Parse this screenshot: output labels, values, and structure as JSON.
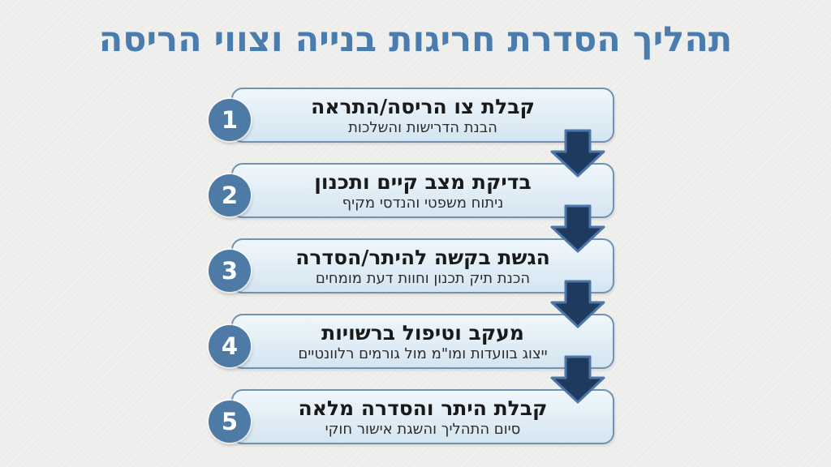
{
  "slide": {
    "title": "תהליך הסדרת חריגות בנייה וצווי הריסה"
  },
  "steps": [
    {
      "number": "1",
      "title": "קבלת צו הריסה/התראה",
      "subtitle": "הבנת הדרישות והשלכות"
    },
    {
      "number": "2",
      "title": "בדיקת מצב קיים ותכנון",
      "subtitle": "ניתוח משפטי והנדסי מקיף"
    },
    {
      "number": "3",
      "title": "הגשת בקשה להיתר/הסדרה",
      "subtitle": "הכנת תיק תכנון וחוות דעת מומחים"
    },
    {
      "number": "4",
      "title": "מעקב וטיפול ברשויות",
      "subtitle": "ייצוג בוועדות ומו\"מ מול גורמים רלוונטיים"
    },
    {
      "number": "5",
      "title": "קבלת היתר והסדרה מלאה",
      "subtitle": "סיום התהליך והשגת אישור חוקי"
    }
  ],
  "icons": {
    "connector": "arrow-down-icon"
  },
  "colors": {
    "background": "#F1F1EF",
    "title_text": "#4A7CAD",
    "box_border": "#7292B2",
    "box_fill_top": "#F0F7FB",
    "box_fill_bottom": "#D4E5F1",
    "badge_fill": "#4E7BA6",
    "badge_text": "#FFFFFF",
    "arrow_fill": "#1E3A5F",
    "arrow_outline": "#4C77A8",
    "step_title_text": "#1A1A1A",
    "step_subtitle_text": "#2D2D2D"
  }
}
